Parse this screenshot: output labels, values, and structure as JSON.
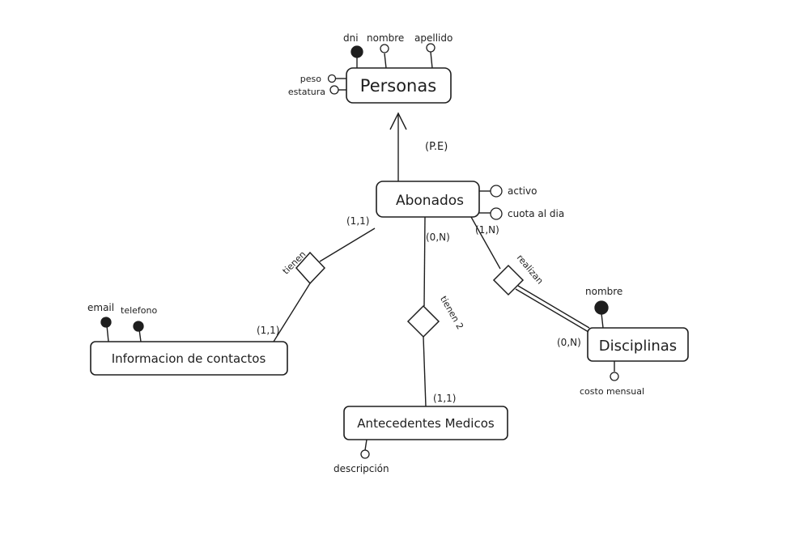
{
  "entities": {
    "personas": "Personas",
    "abonados": "Abonados",
    "informacion": "Informacion de contactos",
    "antecedentes": "Antecedentes Medicos",
    "disciplinas": "Disciplinas"
  },
  "attributes": {
    "dni": "dni",
    "nombre_persona": "nombre",
    "apellido": "apellido",
    "peso": "peso",
    "estatura": "estatura",
    "activo": "activo",
    "cuota_al_dia": "cuota al dia",
    "email": "email",
    "telefono": "telefono",
    "descripcion": "descripción",
    "nombre_disciplina": "nombre",
    "costo_mensual": "costo mensual"
  },
  "relationships": {
    "tienen": "tienen",
    "tienen_2": "tienen 2",
    "realizan": "realizan"
  },
  "labels": {
    "specialization": "(P.E)",
    "card_abonados_tienen": "(1,1)",
    "card_info_tienen": "(1,1)",
    "card_abonados_tienen2": "(0,N)",
    "card_antecedentes_tienen2": "(1,1)",
    "card_abonados_realizan": "(1,N)",
    "card_disciplinas_realizan": "(0,N)"
  },
  "colors": {
    "stroke": "#1e1e1e",
    "background": "#ffffff"
  }
}
